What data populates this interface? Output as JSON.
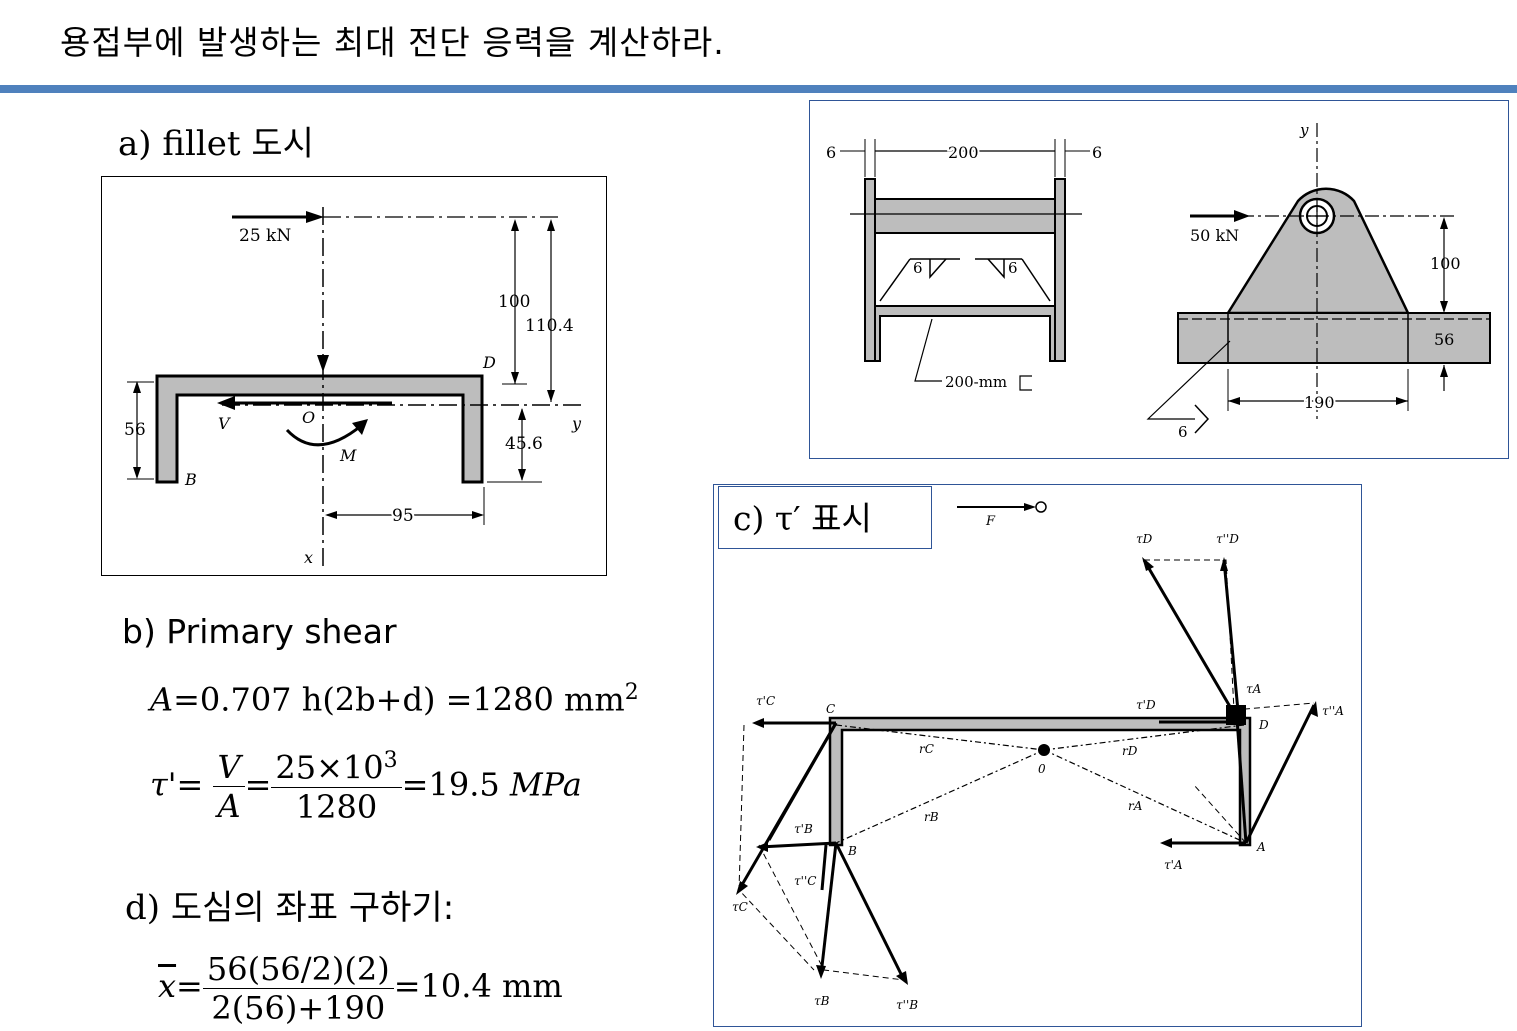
{
  "title": "용접부에 발생하는  최대 전단 응력을 계산하라.",
  "colors": {
    "rule": "#4f81bd",
    "frame": "#2f5597",
    "steel": "#bdbdbd"
  },
  "section_a": {
    "prefix": "a) fillet",
    "korean": "도시"
  },
  "section_b": {
    "label": "b) Primary shear"
  },
  "section_c": {
    "prefix": "c) τ′",
    "korean": "표시"
  },
  "section_d": {
    "prefix": "d)",
    "korean": "도심의 좌표 구하기:"
  },
  "equations": {
    "area": {
      "lhs": "A",
      "expr": "=0.707 h(2b+d) =1280 mm",
      "sup": "2"
    },
    "tau": {
      "lhs": "τ'=",
      "f1_num": "V",
      "f1_den": "A",
      "eq": "=",
      "f2_num": "25×10",
      "f2_sup": "3",
      "f2_den": "1280",
      "result": "=19.5",
      "unit": "MPa"
    },
    "xbar": {
      "lhs": "x",
      "eq": "=",
      "num": "56(56/2)(2)",
      "den": "2(56)+190",
      "result": "=10.4 mm"
    }
  },
  "fig_a": {
    "force": "25 kN",
    "dim_100": "100",
    "dim_110": "110.4",
    "dim_56": "56",
    "dim_456": "45.6",
    "dim_95": "95",
    "pt_D": "D",
    "pt_O": "O",
    "pt_B": "B",
    "lbl_V": "V",
    "lbl_M": "M",
    "axis_x": "x",
    "axis_y": "y"
  },
  "fig_top": {
    "dim_6a": "6",
    "dim_200": "200",
    "dim_6b": "6",
    "weld_6a": "6",
    "weld_6b": "6",
    "channel": "200-mm",
    "axis_y": "y",
    "force": "50 kN",
    "dim_100": "100",
    "dim_56": "56",
    "dim_190": "190",
    "weld_6c": "6"
  },
  "fig_c": {
    "F": "F",
    "tauD": "τD",
    "tauDpp": "τ''D",
    "tauCp": "τ'C",
    "C": "C",
    "tauDp": "τ'D",
    "tauA": "τA",
    "tauApp": "τ''A",
    "D": "D",
    "rC": "rC",
    "O": "0",
    "rD": "rD",
    "rA": "rA",
    "rB": "rB",
    "tauBp": "τ'B",
    "B": "B",
    "A": "A",
    "tauAp": "τ'A",
    "tauCpp": "τ''C",
    "tauC": "τC",
    "tauB": "τB",
    "tauBpp": "τ''B"
  }
}
